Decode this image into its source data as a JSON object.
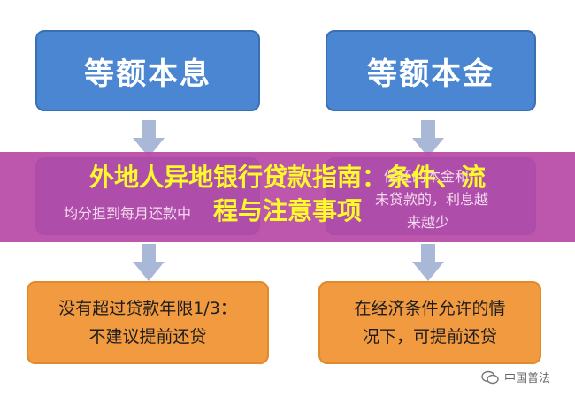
{
  "left": {
    "title": "等额本息",
    "middle_text_visible": "均分担到每月还款中",
    "bottom_line1": "没有超过贷款年限1/3：",
    "bottom_line2": "不建议提前还贷"
  },
  "right": {
    "title": "等额本金",
    "middle_line1": "偿还的本金和",
    "middle_line2": "未贷款的，利息越",
    "middle_line3": "来越少",
    "bottom_line1": "在经济条件允许的情",
    "bottom_line2": "况下，可提前还贷"
  },
  "banner": {
    "line1": "外地人异地银行贷款指南：条件、流",
    "line2": "程与注意事项"
  },
  "watermark": {
    "text": "中国普法"
  },
  "colors": {
    "blue": "#4a86d2",
    "orange": "#f29a3f",
    "arrow": "#a9b8d6",
    "banner": "#b74aa7",
    "banner_text": "#fffb2a"
  }
}
